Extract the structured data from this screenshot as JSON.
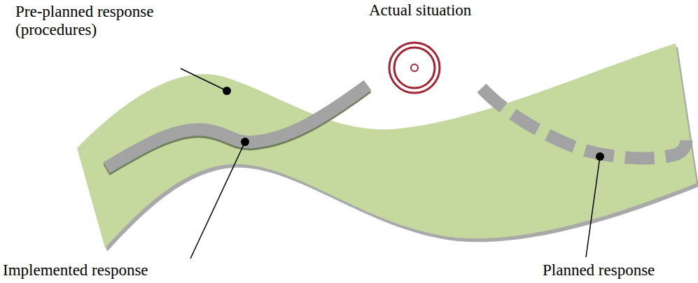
{
  "diagram": {
    "labels": [
      "Pre-planned response (procedures)",
      "Actual situation",
      "Implemented response",
      "Planned response"
    ]
  }
}
